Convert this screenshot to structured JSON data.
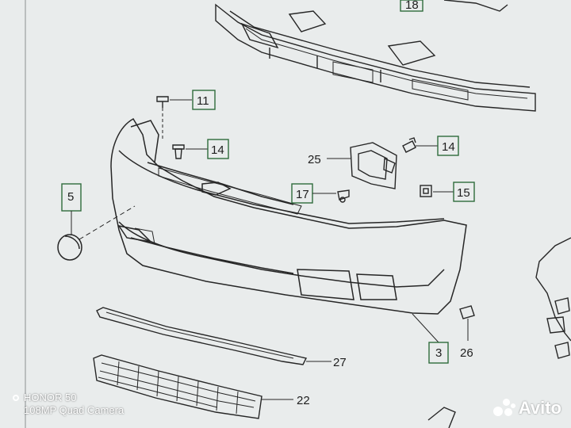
{
  "callouts": {
    "c18": "18",
    "c11": "11",
    "c14a": "14",
    "c25": "25",
    "c14b": "14",
    "c5": "5",
    "c17": "17",
    "c15": "15",
    "c3": "3",
    "c26": "26",
    "c27": "27",
    "c22": "22"
  },
  "camera_overlay": {
    "brand": "HONOR 50",
    "camera": "108MP Quad Camera"
  },
  "watermark": {
    "logo_icon": "avito-dots-icon",
    "text": "Avito"
  },
  "colors": {
    "paper": "#e9ecec",
    "ink": "#1e1e1e",
    "callout_box": "#2f6b3c"
  }
}
